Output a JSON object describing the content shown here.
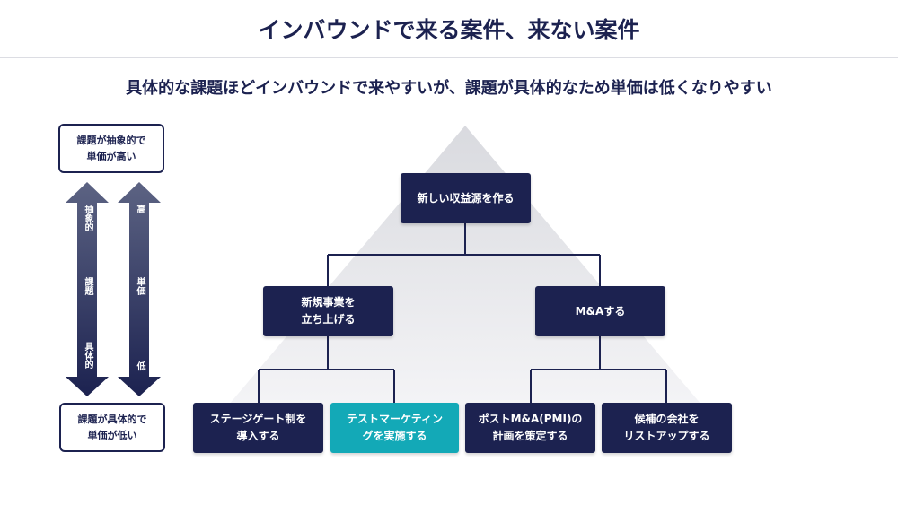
{
  "title": "インバウンドで来る案件、来ない案件",
  "subtitle": "具体的な課題ほどインバウンドで来やすいが、課題が具体的なため単価は低くなりやすい",
  "legend": {
    "top_box": "課題が抽象的で\n単価が高い",
    "bottom_box": "課題が具体的で\n単価が低い",
    "left_arrow": {
      "top": "抽象的",
      "middle": "課題",
      "bottom": "具体的"
    },
    "right_arrow": {
      "top": "高",
      "middle": "単価",
      "bottom": "低"
    }
  },
  "tree": {
    "root": "新しい収益源を作る",
    "level1": [
      "新規事業を\n立ち上げる",
      "M&Aする"
    ],
    "level2": [
      {
        "label": "ステージゲート制を\n導入する",
        "highlight": false
      },
      {
        "label": "テストマーケティン\nグを実施する",
        "highlight": true
      },
      {
        "label": "ポストM&A(PMI)の\n計画を策定する",
        "highlight": false
      },
      {
        "label": "候補の会社を\nリストアップする",
        "highlight": false
      }
    ]
  },
  "colors": {
    "navy": "#1c2250",
    "teal": "#13a9b7",
    "pyramid": "#e2e3e7"
  }
}
